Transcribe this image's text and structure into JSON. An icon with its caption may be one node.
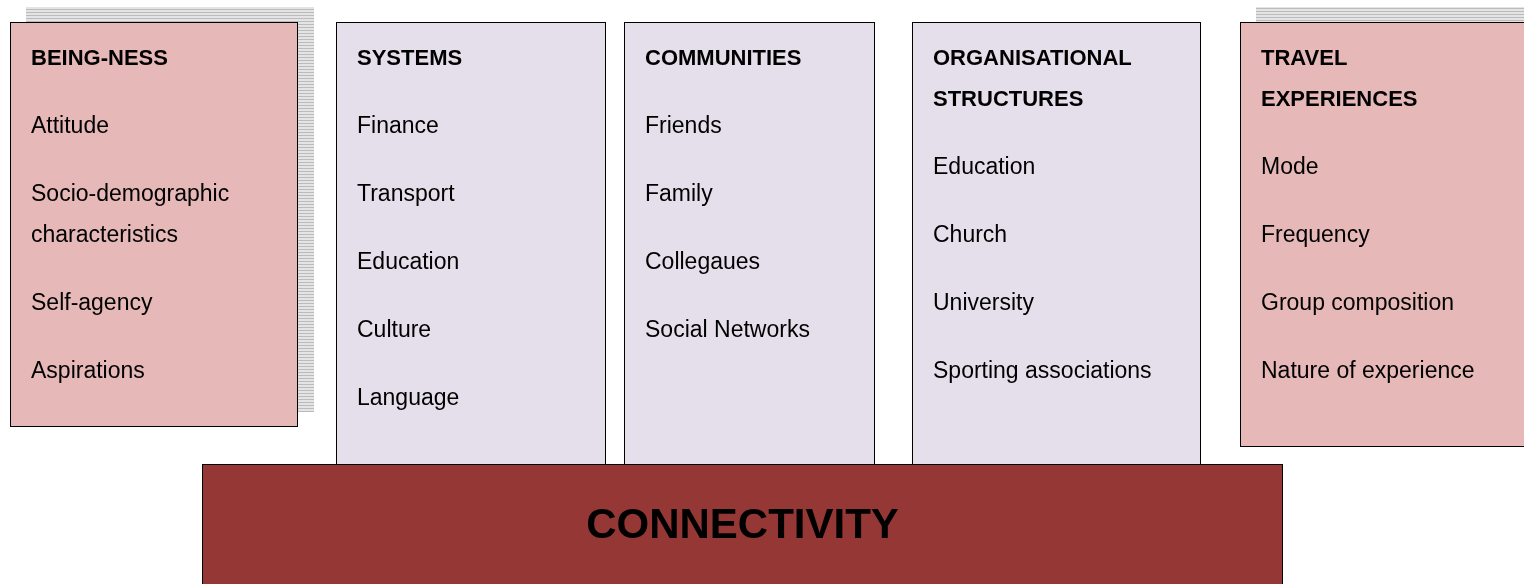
{
  "diagram": {
    "nodes": [
      {
        "text": [
          "BEING-NESS",
          "Attitude",
          "Socio-demographic characteristics",
          "Self-agency",
          "Aspirations"
        ]
      },
      {
        "text": [
          "SYSTEMS",
          "Finance",
          "Transport",
          "Education",
          "Culture",
          "Language"
        ]
      },
      {
        "text": [
          "COMMUNITIES",
          "Friends",
          "Family",
          "Collegaues",
          "Social Networks"
        ]
      },
      {
        "text": [
          "ORGANISATIONAL STRUCTURES",
          "Education",
          "Church",
          "University",
          "Sporting associations"
        ]
      },
      {
        "text": [
          "TRAVEL EXPERIENCES",
          "Mode",
          "Frequency",
          "Group composition",
          "Nature of experience"
        ]
      },
      {
        "text": [
          "CONNECTIVITY"
        ]
      }
    ]
  }
}
